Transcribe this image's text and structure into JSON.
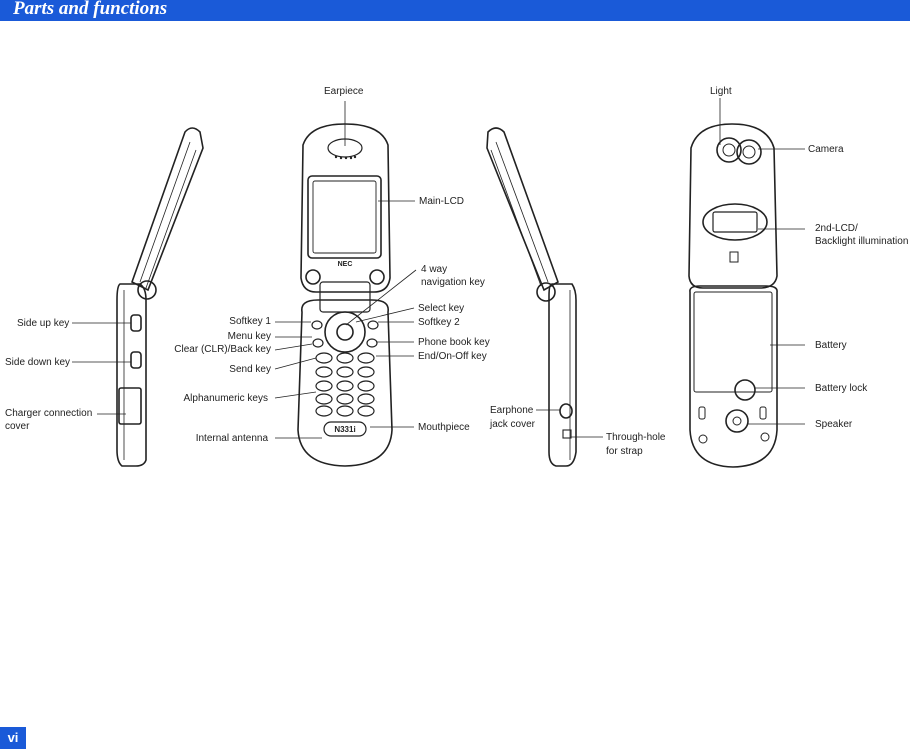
{
  "header": {
    "title": "Parts and functions"
  },
  "page": {
    "number": "vi"
  },
  "labels": {
    "earpiece": "Earpiece",
    "light": "Light",
    "camera": "Camera",
    "main_lcd": "Main-LCD",
    "nav_key_line1": "4 way",
    "nav_key_line2": "navigation key",
    "second_lcd_line1": "2nd-LCD/",
    "second_lcd_line2": "Backlight illumination",
    "select_key": "Select key",
    "softkey1": "Softkey 1",
    "softkey2": "Softkey 2",
    "menu_key": "Menu key",
    "clear_key": "Clear (CLR)/Back key",
    "phone_book_key": "Phone book key",
    "end_key": "End/On-Off key",
    "send_key": "Send key",
    "side_up_key": "Side up key",
    "side_down_key": "Side down key",
    "charger_line1": "Charger connection",
    "charger_line2": "cover",
    "alphanumeric_keys": "Alphanumeric keys",
    "internal_antenna": "Internal antenna",
    "mouthpiece": "Mouthpiece",
    "earphone_line1": "Earphone",
    "earphone_line2": "jack cover",
    "strap_line1": "Through-hole",
    "strap_line2": "for strap",
    "battery": "Battery",
    "battery_lock": "Battery lock",
    "speaker": "Speaker"
  },
  "device": {
    "brand": "NEC",
    "model": "N331i"
  }
}
